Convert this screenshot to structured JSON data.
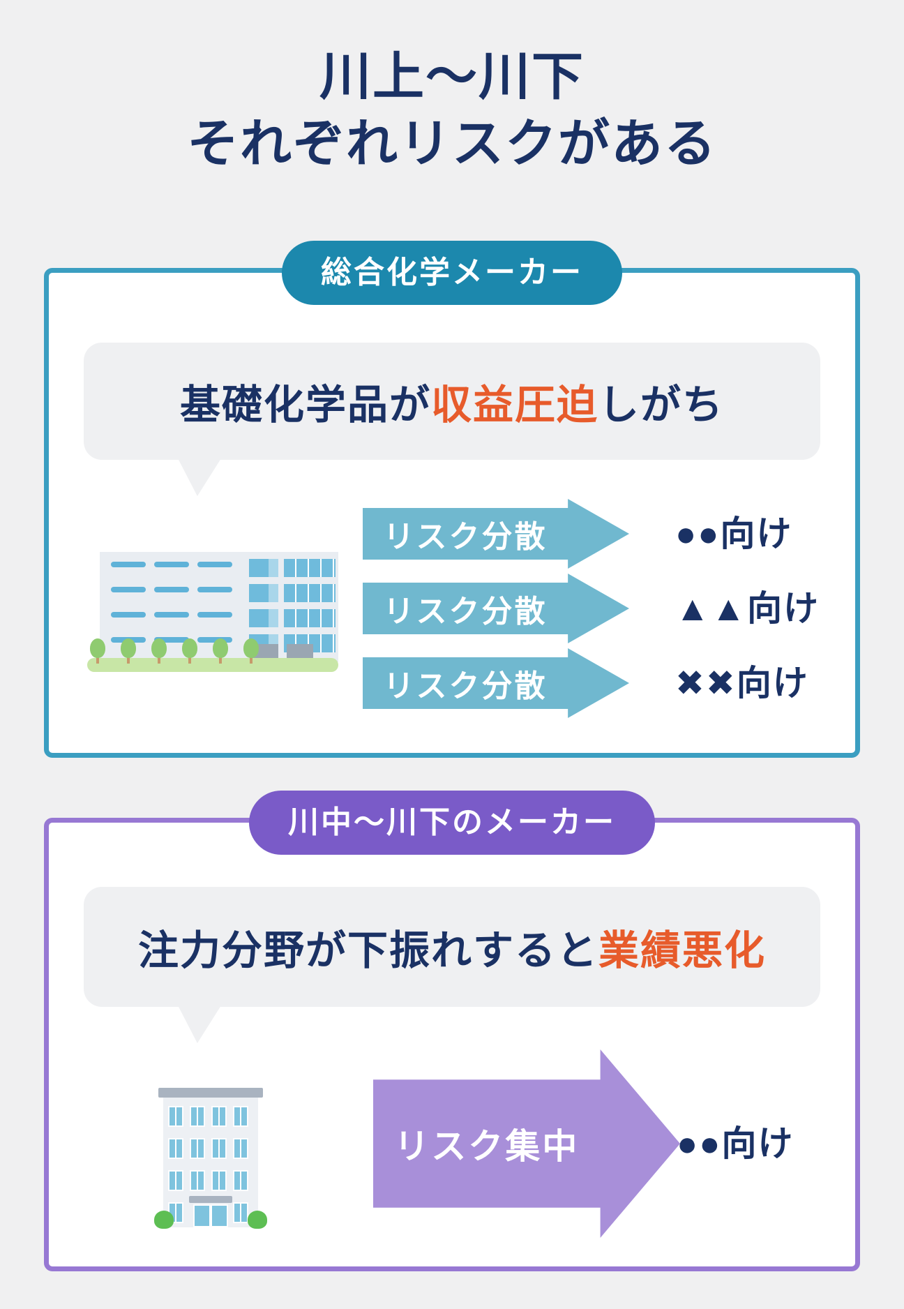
{
  "title": {
    "line1": "川上〜川下",
    "line2": "それぞれリスクがある"
  },
  "palette": {
    "background": "#F0F0F1",
    "navy_text": "#1A3164",
    "orange_highlight": "#E75B2B",
    "teal_badge": "#1C88AD",
    "teal_border": "#3B9EC1",
    "light_blue_arrow": "#70B8CF",
    "purple_badge": "#7A5BC8",
    "purple_border": "#9778D3",
    "light_purple_arrow": "#A88FD9",
    "bubble_gray": "#EFF0F2"
  },
  "sections": [
    {
      "badge": "総合化学メーカー",
      "bubble": {
        "pre": "基礎化学品が",
        "highlight": "収益圧迫",
        "post": "しがち"
      },
      "rows": [
        {
          "arrow_label": "リスク分散",
          "target": "●●向け"
        },
        {
          "arrow_label": "リスク分散",
          "target": "▲▲向け"
        },
        {
          "arrow_label": "リスク分散",
          "target": "✖✖向け"
        }
      ]
    },
    {
      "badge": "川中〜川下のメーカー",
      "bubble": {
        "pre": "注力分野が下振れすると",
        "highlight": "業績悪化",
        "post": ""
      },
      "rows": [
        {
          "arrow_label": "リスク集中",
          "target": "●●向け"
        }
      ]
    }
  ]
}
